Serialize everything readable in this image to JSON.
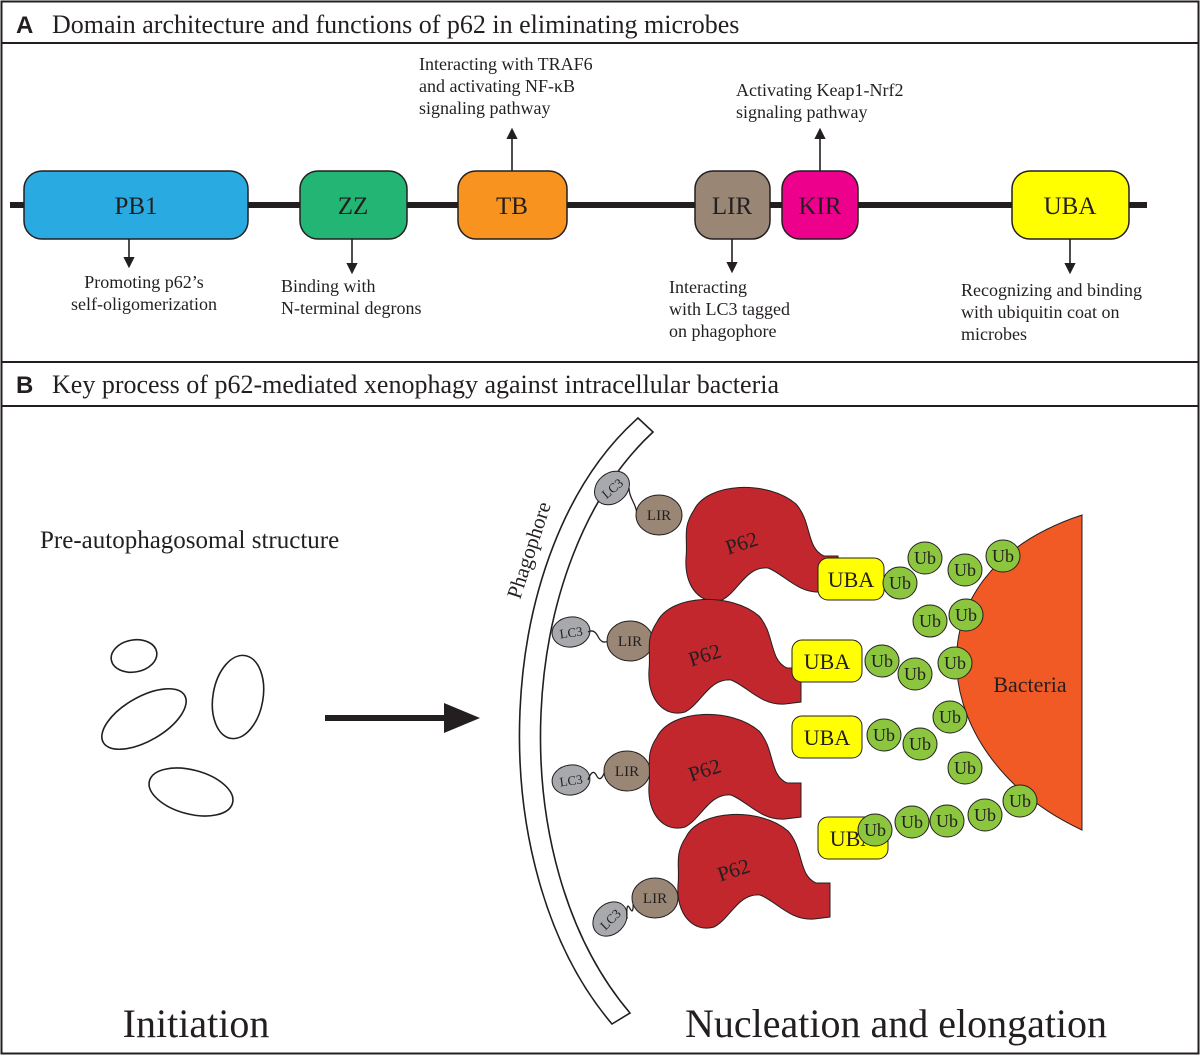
{
  "panel_a": {
    "letter": "A",
    "title": "Domain architecture and functions of p62 in eliminating microbes",
    "domains": [
      {
        "label": "PB1",
        "color": "#29abe2"
      },
      {
        "label": "ZZ",
        "color": "#22b573"
      },
      {
        "label": "TB",
        "color": "#f7931e"
      },
      {
        "label": "LIR",
        "color": "#998675"
      },
      {
        "label": "KIR",
        "color": "#ec008c"
      },
      {
        "label": "UBA",
        "color": "#ffff00"
      }
    ],
    "notes": {
      "pb1": [
        "Promoting p62’s",
        "self-oligomerization"
      ],
      "zz": [
        "Binding with",
        "N-terminal degrons"
      ],
      "tb": [
        "Interacting with TRAF6",
        "and activating NF-κB",
        "signaling pathway"
      ],
      "lir": [
        "Interacting",
        "with LC3 tagged",
        "on phagophore"
      ],
      "kir": [
        "Activating Keap1-Nrf2",
        "signaling pathway"
      ],
      "uba": [
        "Recognizing and binding",
        "with ubiquitin coat on",
        "microbes"
      ]
    }
  },
  "panel_b": {
    "letter": "B",
    "title": "Key process of p62-mediated xenophagy  against intracellular bacteria",
    "pre_label": "Pre-autophagosomal structure",
    "phagophore_label": "Phagophore",
    "bacteria_label": "Bacteria",
    "p62_label": "P62",
    "lir_label": "LIR",
    "lc3_label": "LC3",
    "uba_label": "UBA",
    "ub_label": "Ub",
    "stage_left": "Initiation",
    "stage_right": "Nucleation and elongation",
    "colors": {
      "p62": "#c1272d",
      "lir": "#998675",
      "lc3": "#a7a9ac",
      "uba": "#ffff00",
      "ub": "#8cc63f",
      "bacteria": "#f15a24"
    }
  }
}
